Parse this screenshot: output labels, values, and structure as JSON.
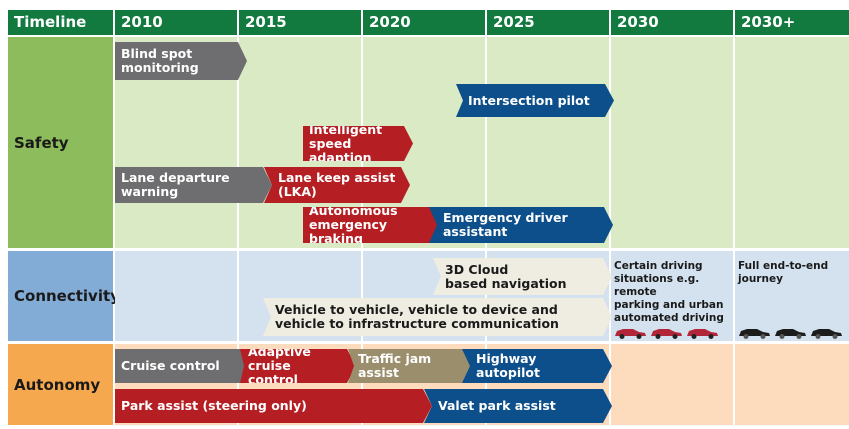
{
  "header": {
    "timeline_label": "Timeline",
    "years": [
      "2010",
      "2015",
      "2020",
      "2025",
      "2030",
      "2030+"
    ]
  },
  "rows": {
    "safety": "Safety",
    "connectivity": "Connectivity",
    "autonomy": "Autonomy"
  },
  "items": {
    "blind_spot": "Blind spot\nmonitoring",
    "intersection_pilot": "Intersection pilot",
    "isa": "Intelligent\nspeed adaption",
    "lane_departure": "Lane departure\nwarning",
    "lka": "Lane keep assist\n(LKA)",
    "aeb": "Autonomous\nemergency braking",
    "emergency_driver": "Emergency driver assistant",
    "cloud_nav": "3D Cloud\nbased navigation",
    "v2x": "Vehicle to vehicle, vehicle to device and\nvehicle to infrastructure communication",
    "certain_driving": "Certain driving\nsituations e.g. remote\nparking and urban\nautomated driving",
    "full_journey": "Full end-to-end\njourney",
    "cruise_control": "Cruise control",
    "acc": "Adaptive cruise\ncontrol",
    "traffic_jam": "Traffic jam\nassist",
    "highway_autopilot": "Highway autopilot",
    "park_assist": "Park assist (steering only)",
    "valet_park": "Valet park assist"
  },
  "colors": {
    "header": "#127a3e",
    "safety_label": "#8cbc5b",
    "safety_cell": "#d9eac4",
    "connectivity_label": "#82abd5",
    "connectivity_cell": "#d4e2ef",
    "autonomy_label": "#f6a84e",
    "autonomy_cell": "#fcdcbc",
    "grey_arrow": "#6e6e70",
    "red_arrow": "#b51f24",
    "blue_arrow": "#0c4f8a",
    "tan_arrow": "#9b8e6d",
    "cream_arrow": "#efede1",
    "red_car": "#b3263a",
    "black_car": "#1c1c1c"
  }
}
